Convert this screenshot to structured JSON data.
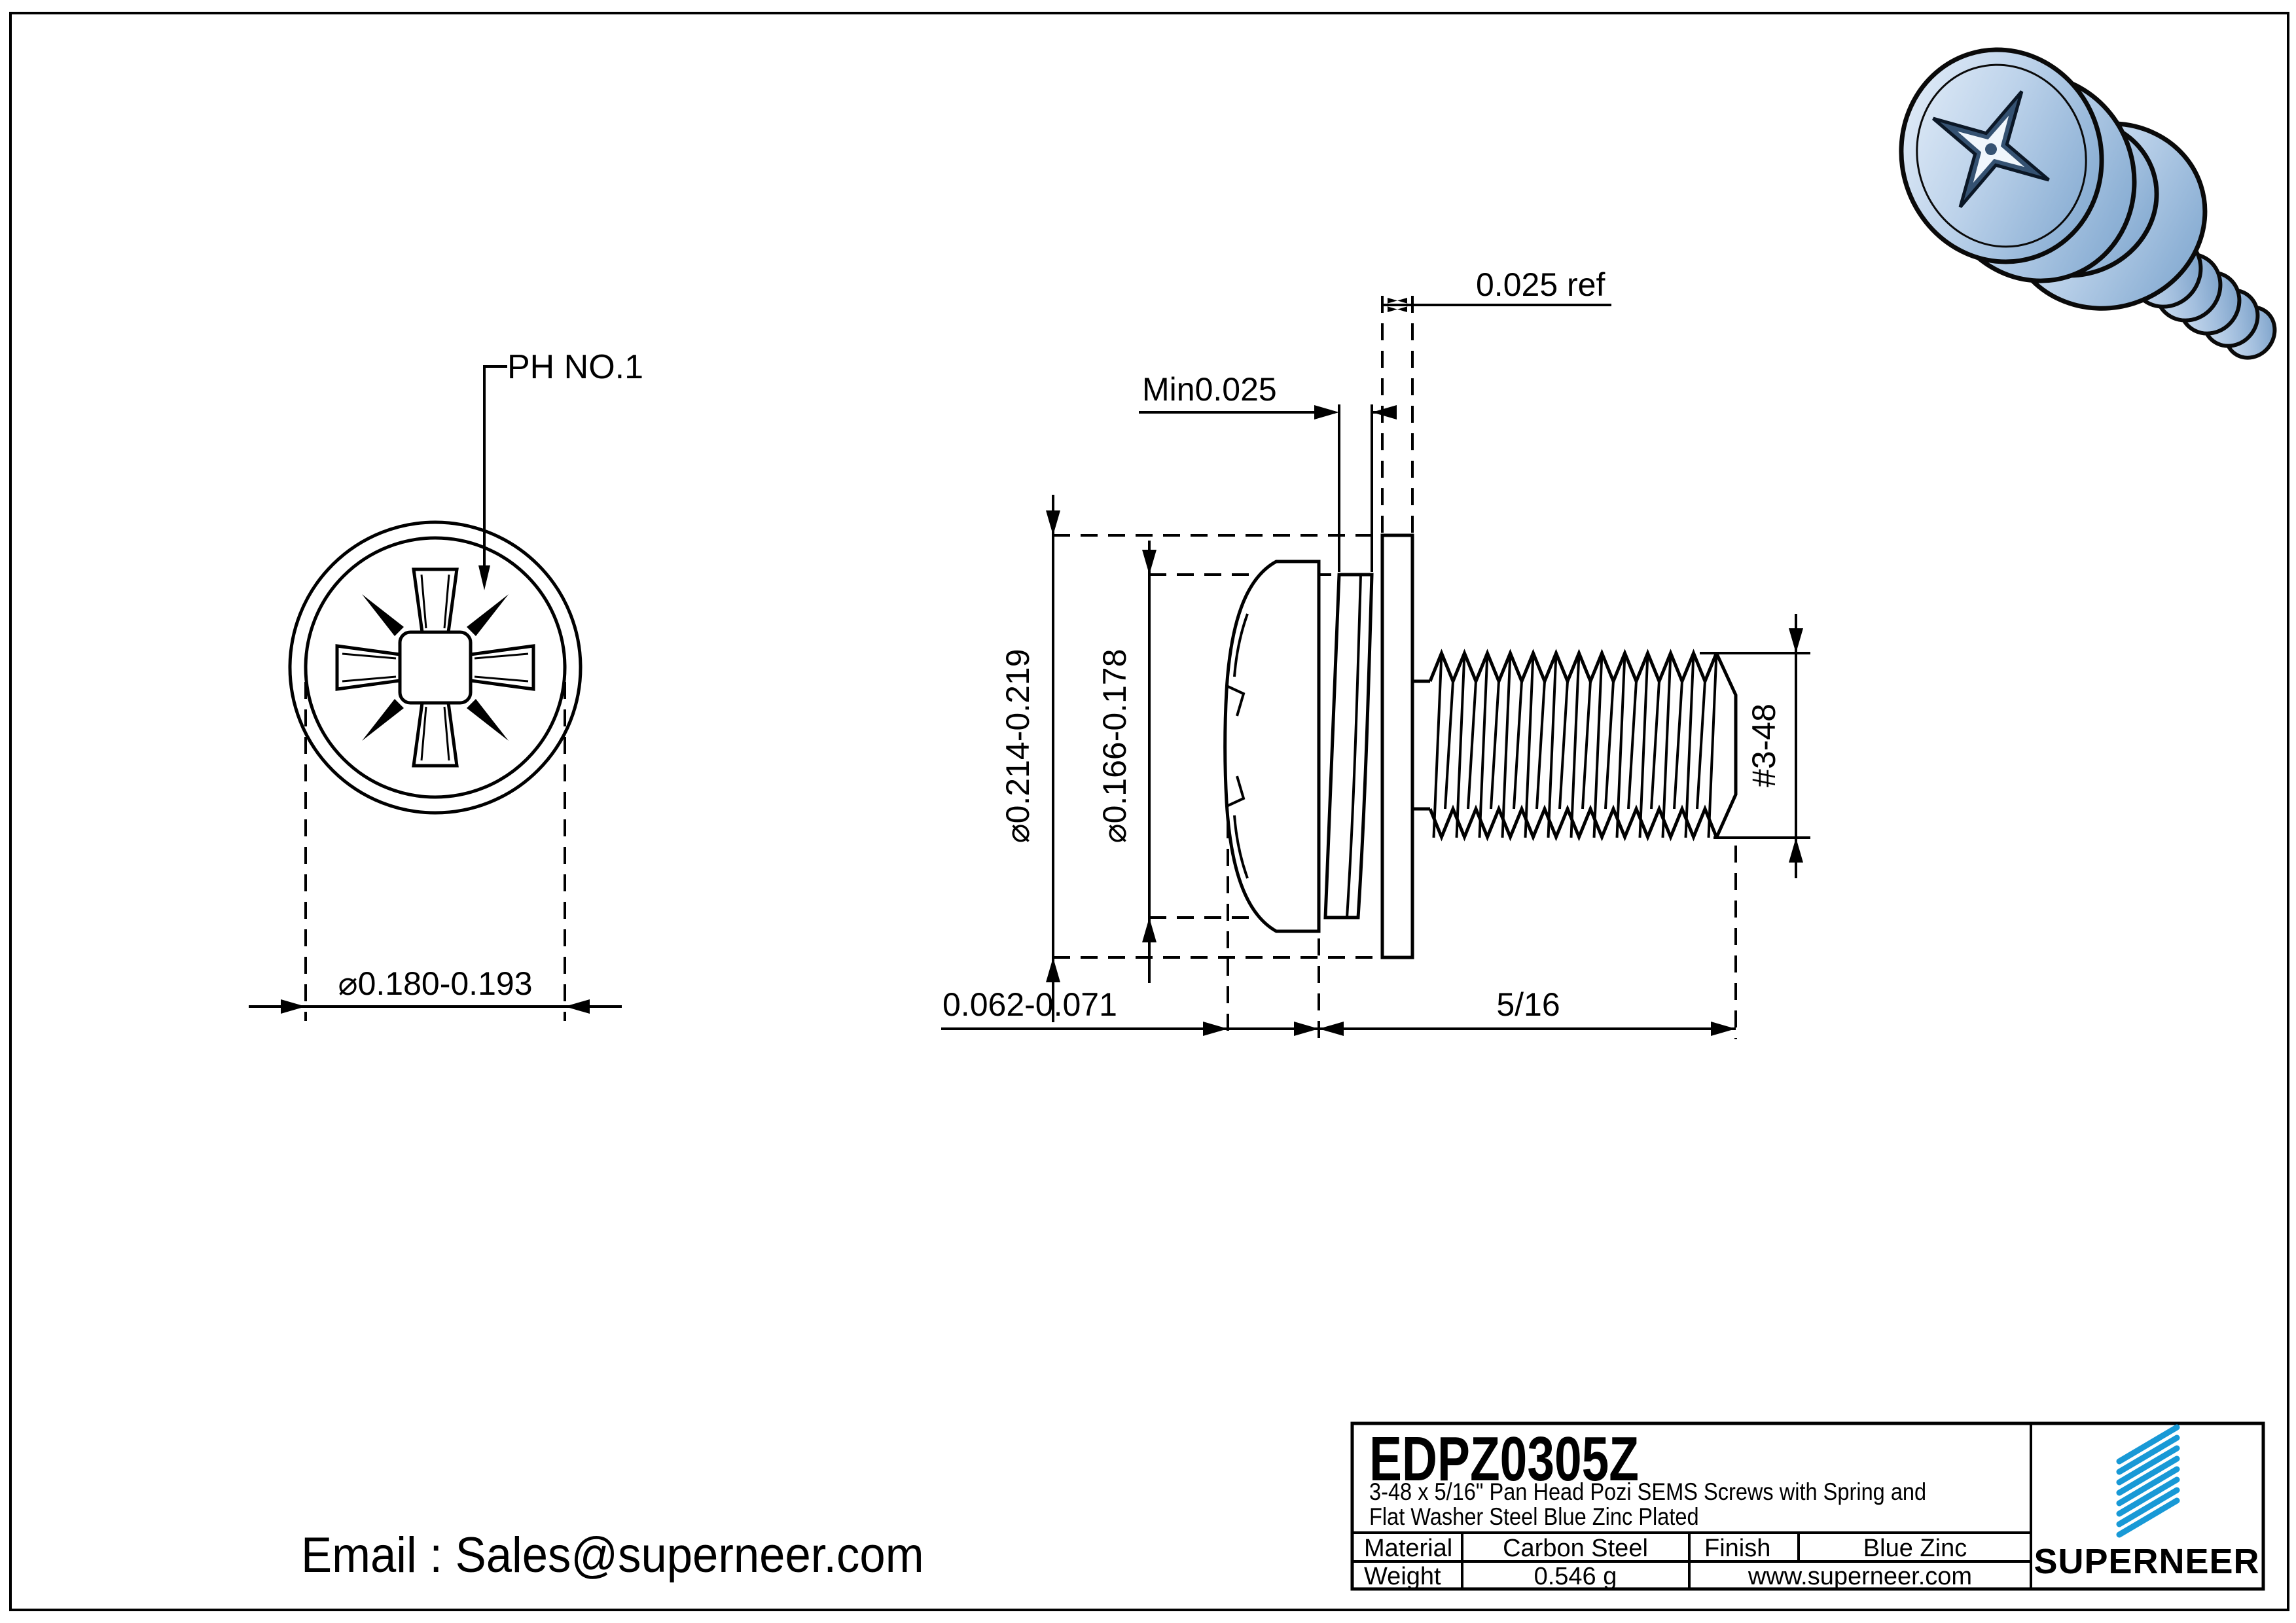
{
  "front_view": {
    "drive_label": "PH NO.1",
    "dim_head_od": "⌀0.180-0.193"
  },
  "side_view": {
    "dim_washer_thickness": "0.025 ref",
    "dim_spring_thickness": "Min0.025",
    "dim_washer_od": "⌀0.214-0.219",
    "dim_spring_od": "⌀0.166-0.178",
    "dim_head_height": "0.062-0.071",
    "dim_thread_length": "5/16",
    "thread_size": "#3-48"
  },
  "contact": {
    "email": "Email : Sales@superneer.com"
  },
  "title_block": {
    "part_number": "EDPZ0305Z",
    "description_line1": "3-48 x 5/16\" Pan Head Pozi SEMS Screws with Spring and",
    "description_line2": "Flat Washer Steel Blue Zinc Plated",
    "material_label": "Material",
    "material_value": "Carbon Steel",
    "finish_label": "Finish",
    "finish_value": "Blue Zinc",
    "weight_label": "Weight",
    "weight_value": "0.546 g",
    "website": "www.superneer.com",
    "brand": "SUPERNEER"
  },
  "colors": {
    "brand_blue": "#1899D6",
    "link_blue": "#1A9BDC"
  }
}
